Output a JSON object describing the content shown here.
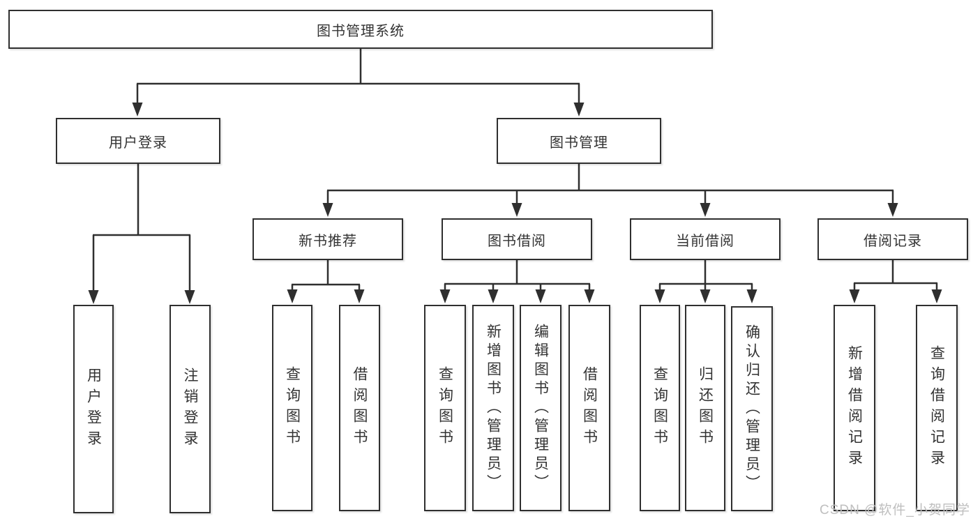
{
  "tree": {
    "root": {
      "label": "图书管理系统",
      "children": [
        {
          "label": "用户登录",
          "children": [
            {
              "label": "用户登录"
            },
            {
              "label": "注销登录"
            }
          ]
        },
        {
          "label": "图书管理",
          "children": [
            {
              "label": "新书推荐",
              "children": [
                {
                  "label": "查询图书"
                },
                {
                  "label": "借阅图书"
                }
              ]
            },
            {
              "label": "图书借阅",
              "children": [
                {
                  "label": "查询图书"
                },
                {
                  "label": "新增图书（管理员）"
                },
                {
                  "label": "编辑图书（管理员）"
                },
                {
                  "label": "借阅图书"
                }
              ]
            },
            {
              "label": "当前借阅",
              "children": [
                {
                  "label": "查询图书"
                },
                {
                  "label": "归还图书"
                },
                {
                  "label": "确认归还（管理员）"
                }
              ]
            },
            {
              "label": "借阅记录",
              "children": [
                {
                  "label": "新增借阅记录"
                },
                {
                  "label": "查询借阅记录"
                }
              ]
            }
          ]
        }
      ]
    }
  },
  "watermark": {
    "text": "CSDN @软件_小贺同学"
  },
  "colors": {
    "line": "#2f2f2f",
    "box_border": "#2f2f2f",
    "text": "#333333",
    "watermark": "#bfbfbf",
    "background": "#ffffff"
  }
}
